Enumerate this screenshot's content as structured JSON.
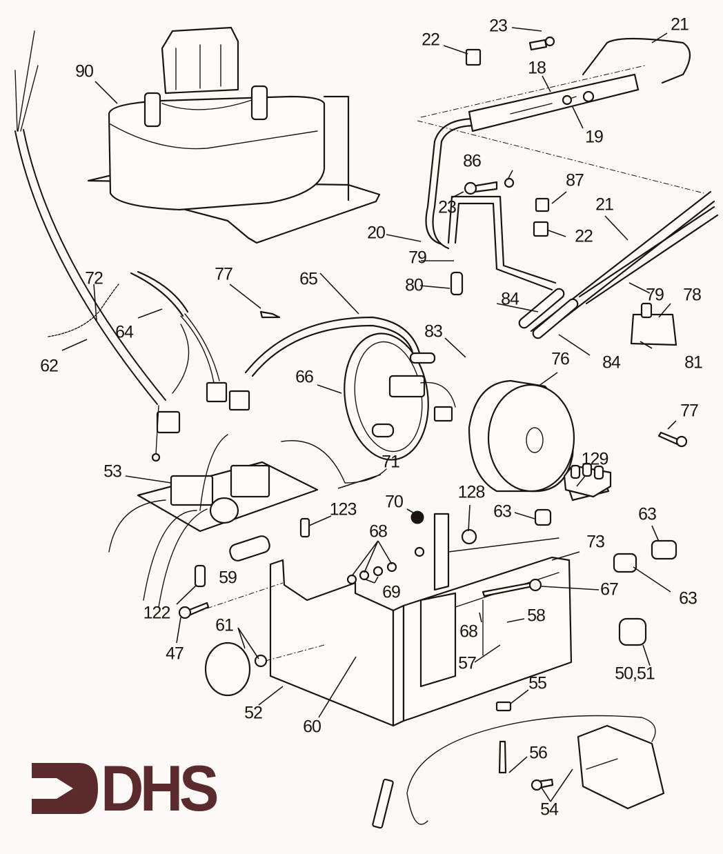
{
  "diagram": {
    "title": "Exploded parts diagram",
    "brand": {
      "name": "DHS",
      "color": "#5a2a2c",
      "icon": "arrow-right-bracket-icon"
    },
    "ink_color": "#1b1410",
    "paper_color": "#fbfaf6",
    "parts": [
      {
        "id": "90",
        "name": "fan-assembly",
        "label": "90"
      },
      {
        "id": "23a",
        "name": "screw",
        "label": "23"
      },
      {
        "id": "22a",
        "name": "clip",
        "label": "22"
      },
      {
        "id": "21a",
        "name": "pipe",
        "label": "21"
      },
      {
        "id": "18",
        "name": "burner-rail",
        "label": "18"
      },
      {
        "id": "19",
        "name": "washer",
        "label": "19"
      },
      {
        "id": "86",
        "name": "washer",
        "label": "86"
      },
      {
        "id": "23b",
        "name": "screw",
        "label": "23"
      },
      {
        "id": "87",
        "name": "clip",
        "label": "87"
      },
      {
        "id": "21b",
        "name": "pipe",
        "label": "21"
      },
      {
        "id": "22b",
        "name": "clip",
        "label": "22"
      },
      {
        "id": "20",
        "name": "pipe",
        "label": "20"
      },
      {
        "id": "79a",
        "name": "tube",
        "label": "79"
      },
      {
        "id": "80",
        "name": "sleeve",
        "label": "80"
      },
      {
        "id": "84a",
        "name": "tube",
        "label": "84"
      },
      {
        "id": "79b",
        "name": "tube",
        "label": "79"
      },
      {
        "id": "78",
        "name": "connector-pin",
        "label": "78"
      },
      {
        "id": "81",
        "name": "terminal-block",
        "label": "81"
      },
      {
        "id": "84b",
        "name": "tube",
        "label": "84"
      },
      {
        "id": "77a",
        "name": "screw",
        "label": "77"
      },
      {
        "id": "65",
        "name": "harness",
        "label": "65"
      },
      {
        "id": "72",
        "name": "chain",
        "label": "72"
      },
      {
        "id": "64",
        "name": "harness",
        "label": "64"
      },
      {
        "id": "62",
        "name": "mains-cable",
        "label": "62"
      },
      {
        "id": "83",
        "name": "pin",
        "label": "83"
      },
      {
        "id": "66",
        "name": "element-plate",
        "label": "66"
      },
      {
        "id": "76",
        "name": "cover",
        "label": "76"
      },
      {
        "id": "77b",
        "name": "screw",
        "label": "77"
      },
      {
        "id": "53",
        "name": "pcb",
        "label": "53"
      },
      {
        "id": "71",
        "name": "earth-lead",
        "label": "71"
      },
      {
        "id": "129",
        "name": "terminal-strip",
        "label": "129"
      },
      {
        "id": "70",
        "name": "grommet",
        "label": "70"
      },
      {
        "id": "128",
        "name": "grommet",
        "label": "128"
      },
      {
        "id": "63a",
        "name": "gland",
        "label": "63"
      },
      {
        "id": "63b",
        "name": "gland",
        "label": "63"
      },
      {
        "id": "123",
        "name": "lamp",
        "label": "123"
      },
      {
        "id": "68a",
        "name": "nuts",
        "label": "68"
      },
      {
        "id": "73",
        "name": "chassis-rear",
        "label": "73"
      },
      {
        "id": "59",
        "name": "fuse",
        "label": "59"
      },
      {
        "id": "69",
        "name": "washers",
        "label": "69"
      },
      {
        "id": "67",
        "name": "bolt",
        "label": "67"
      },
      {
        "id": "63c",
        "name": "gland",
        "label": "63"
      },
      {
        "id": "122",
        "name": "neon",
        "label": "122"
      },
      {
        "id": "68b",
        "name": "nut",
        "label": "68"
      },
      {
        "id": "58",
        "name": "nut",
        "label": "58"
      },
      {
        "id": "47",
        "name": "screw",
        "label": "47"
      },
      {
        "id": "61",
        "name": "knob",
        "label": "61"
      },
      {
        "id": "57",
        "name": "washer",
        "label": "57"
      },
      {
        "id": "50_51",
        "name": "cable-gland",
        "label": "50,51"
      },
      {
        "id": "55",
        "name": "clip",
        "label": "55"
      },
      {
        "id": "52",
        "name": "chassis",
        "label": "52"
      },
      {
        "id": "60",
        "name": "grommet",
        "label": "60"
      },
      {
        "id": "56",
        "name": "screw",
        "label": "56"
      },
      {
        "id": "54",
        "name": "thermostat",
        "label": "54"
      }
    ]
  }
}
